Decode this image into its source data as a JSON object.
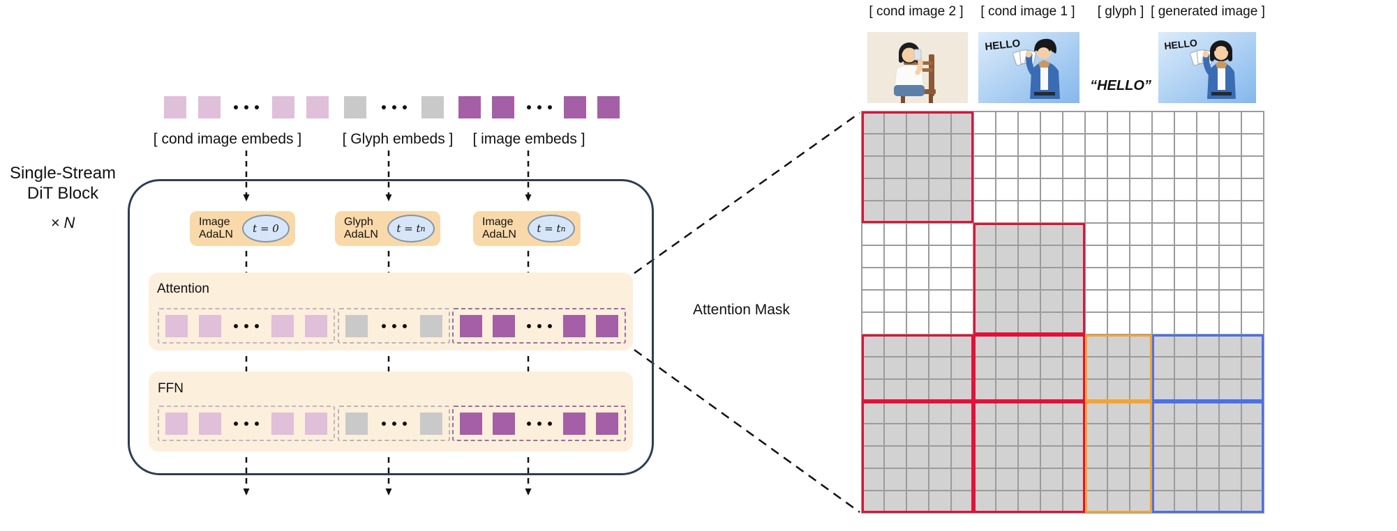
{
  "left_diagram": {
    "title_line1": "Single-Stream",
    "title_line2": "DiT Block",
    "title_multiplier": "× N",
    "top_labels": {
      "cond": "[ cond image embeds ]",
      "glyph": "[ Glyph embeds ]",
      "image": "[ image embeds ]"
    },
    "adaln": [
      {
        "label_line1": "Image",
        "label_line2": "AdaLN",
        "time_main": "t = 0",
        "time_sub": ""
      },
      {
        "label_line1": "Glyph",
        "label_line2": "AdaLN",
        "time_main": "t = t",
        "time_sub": "n"
      },
      {
        "label_line1": "Image",
        "label_line2": "AdaLN",
        "time_main": "t = t",
        "time_sub": "n"
      }
    ],
    "attention_label": "Attention",
    "ffn_label": "FFN"
  },
  "token_sequence": {
    "groups": [
      {
        "name": "cond-image-tokens",
        "color_key": "pink",
        "pattern": [
          "sq",
          "sq",
          "dots",
          "sq",
          "sq"
        ]
      },
      {
        "name": "glyph-tokens",
        "color_key": "gray",
        "pattern": [
          "sq",
          "dots",
          "sq"
        ]
      },
      {
        "name": "image-tokens",
        "color_key": "purple",
        "pattern": [
          "sq",
          "sq",
          "dots",
          "sq",
          "sq"
        ]
      }
    ]
  },
  "attention_mask": {
    "title": "Attention Mask",
    "column_labels": [
      "[ cond image 2 ]",
      "[ cond image 1 ]",
      "[ glyph ]",
      "[ generated image ]"
    ],
    "glyph_text": "“HELLO”",
    "image_sticker_text": "HELLO",
    "grid": {
      "rows": 18,
      "cols": 18,
      "cell": 32,
      "token_group_sizes": [
        5,
        5,
        3,
        5
      ],
      "blocks": [
        {
          "row": 0,
          "col": 0,
          "row_span": 5,
          "col_span": 5,
          "color": "red"
        },
        {
          "row": 5,
          "col": 5,
          "row_span": 5,
          "col_span": 5,
          "color": "red"
        },
        {
          "row": 10,
          "col": 0,
          "row_span": 3,
          "col_span": 5,
          "color": "red"
        },
        {
          "row": 10,
          "col": 5,
          "row_span": 3,
          "col_span": 5,
          "color": "red"
        },
        {
          "row": 10,
          "col": 10,
          "row_span": 3,
          "col_span": 3,
          "color": "orange"
        },
        {
          "row": 10,
          "col": 13,
          "row_span": 3,
          "col_span": 5,
          "color": "blue"
        },
        {
          "row": 13,
          "col": 0,
          "row_span": 5,
          "col_span": 5,
          "color": "red"
        },
        {
          "row": 13,
          "col": 5,
          "row_span": 5,
          "col_span": 5,
          "color": "red"
        },
        {
          "row": 13,
          "col": 10,
          "row_span": 5,
          "col_span": 3,
          "color": "orange"
        },
        {
          "row": 13,
          "col": 13,
          "row_span": 5,
          "col_span": 5,
          "color": "blue"
        }
      ]
    }
  },
  "colors": {
    "red": "#e01239",
    "orange": "#f2a434",
    "blue": "#4a71e8",
    "masked_cell": "#d2d2d2",
    "grid_line": "#9b9b9b",
    "cond_token": "#e0bfda",
    "glyph_token": "#c9c9c9",
    "image_token": "#a45fa7",
    "adaln_box": "#f9d9a9",
    "panel": "#fcefdc",
    "timestep_ellipse": "#d6e6f8",
    "block_outline": "#2e3d54"
  }
}
